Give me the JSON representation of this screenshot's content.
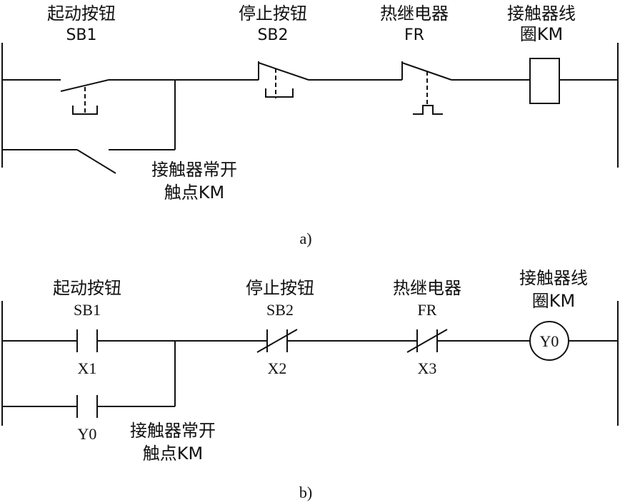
{
  "panel_a": {
    "caption": "a)",
    "start_button": {
      "name": "起动按钮",
      "code": "SB1"
    },
    "stop_button": {
      "name": "停止按钮",
      "code": "SB2"
    },
    "thermal_relay": {
      "name": "热继电器",
      "code": "FR"
    },
    "contactor_coil": {
      "name1": "接触器线",
      "name2": "圈KM"
    },
    "hold_contact": {
      "name1": "接触器常开",
      "name2": "触点KM"
    }
  },
  "panel_b": {
    "caption": "b)",
    "start_button": {
      "name": "起动按钮",
      "code": "SB1",
      "address": "X1"
    },
    "stop_button": {
      "name": "停止按钮",
      "code": "SB2",
      "address": "X2"
    },
    "thermal_relay": {
      "name": "热继电器",
      "code": "FR",
      "address": "X3"
    },
    "contactor_coil": {
      "name1": "接触器线",
      "name2": "圈KM",
      "address": "Y0"
    },
    "hold_contact": {
      "name1": "接触器常开",
      "name2": "触点KM",
      "address": "Y0"
    }
  }
}
